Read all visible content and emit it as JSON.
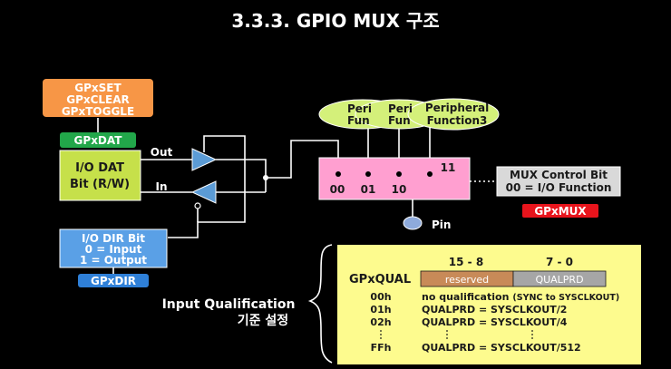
{
  "title": "3.3.3. GPIO MUX 구조",
  "registers": {
    "set_clear_toggle": [
      "GPxSET",
      "GPxCLEAR",
      "GPxTOGGLE"
    ],
    "dat_tag": "GPxDAT",
    "dat_box": [
      "I/O DAT",
      "Bit (R/W)"
    ],
    "dir_box": [
      "I/O DIR Bit",
      "0 = Input",
      "1 = Output"
    ],
    "dir_tag": "GPxDIR",
    "mux_tag": "GPxMUX"
  },
  "signals": {
    "out": "Out",
    "in": "In",
    "pin": "Pin"
  },
  "peripherals": [
    [
      "Peri",
      "Fun"
    ],
    [
      "Peri",
      "Fun"
    ],
    [
      "Peripheral",
      "Function3"
    ]
  ],
  "mux": {
    "inputs": [
      "00",
      "01",
      "10",
      "11"
    ],
    "control": [
      "MUX Control Bit",
      "00 = I/O Function"
    ]
  },
  "qualification": {
    "label": [
      "Input Qualification",
      "기준 설정"
    ],
    "register": "GPxQUAL",
    "bit_ranges": [
      "15 - 8",
      "7 - 0"
    ],
    "fields": [
      "reserved",
      "QUALPRD"
    ],
    "rows": [
      {
        "code": "00h",
        "desc": "no qualification",
        "note": "(SYNC to SYSCLKOUT)"
      },
      {
        "code": "01h",
        "desc": "QUALPRD = SYSCLKOUT/2",
        "note": ""
      },
      {
        "code": "02h",
        "desc": "QUALPRD = SYSCLKOUT/4",
        "note": ""
      },
      {
        "code": "FFh",
        "desc": "QUALPRD = SYSCLKOUT/512",
        "note": ""
      }
    ]
  },
  "colors": {
    "background": "#000000",
    "orange_box": "#f79646",
    "green_box": "#c6e04a",
    "tag_green": "#22a74a",
    "tag_blue": "#2f80d8",
    "tag_red": "#e8141c",
    "blue_box": "#5aa0e6",
    "mux_pink": "#ff9fd0",
    "peripheral_ellipse": "#d4f07a",
    "buffer_triangle": "#5b9bd5",
    "qual_panel": "#fdfb8e",
    "reserved_field": "#c88a58",
    "qualprd_field": "#a6a6a6",
    "control_box": "#d9d9d9"
  }
}
